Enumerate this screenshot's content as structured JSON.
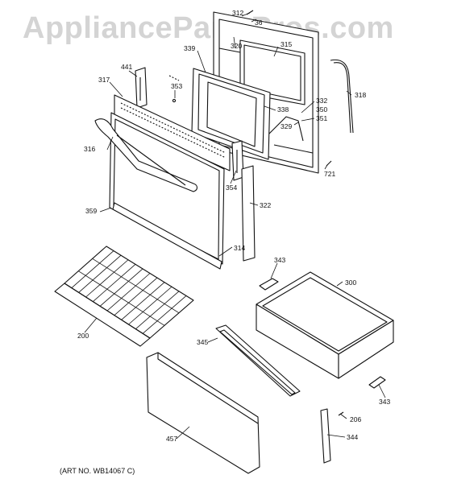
{
  "watermark": "AppliancePartsPros.com",
  "art_number": "(ART NO. WB14067 C)",
  "callouts": [
    {
      "id": "312",
      "label": "312"
    },
    {
      "id": "36",
      "label": "36"
    },
    {
      "id": "339",
      "label": "339"
    },
    {
      "id": "320",
      "label": "320"
    },
    {
      "id": "315",
      "label": "315"
    },
    {
      "id": "441",
      "label": "441"
    },
    {
      "id": "317",
      "label": "317"
    },
    {
      "id": "353",
      "label": "353"
    },
    {
      "id": "318",
      "label": "318"
    },
    {
      "id": "332",
      "label": "332"
    },
    {
      "id": "350",
      "label": "350"
    },
    {
      "id": "351",
      "label": "351"
    },
    {
      "id": "338",
      "label": "338"
    },
    {
      "id": "329",
      "label": "329"
    },
    {
      "id": "316",
      "label": "316"
    },
    {
      "id": "721",
      "label": "721"
    },
    {
      "id": "354",
      "label": "354"
    },
    {
      "id": "322",
      "label": "322"
    },
    {
      "id": "359",
      "label": "359"
    },
    {
      "id": "314",
      "label": "314"
    },
    {
      "id": "343a",
      "label": "343"
    },
    {
      "id": "300",
      "label": "300"
    },
    {
      "id": "200",
      "label": "200"
    },
    {
      "id": "345",
      "label": "345"
    },
    {
      "id": "343b",
      "label": "343"
    },
    {
      "id": "206",
      "label": "206"
    },
    {
      "id": "344",
      "label": "344"
    },
    {
      "id": "457",
      "label": "457"
    }
  ]
}
